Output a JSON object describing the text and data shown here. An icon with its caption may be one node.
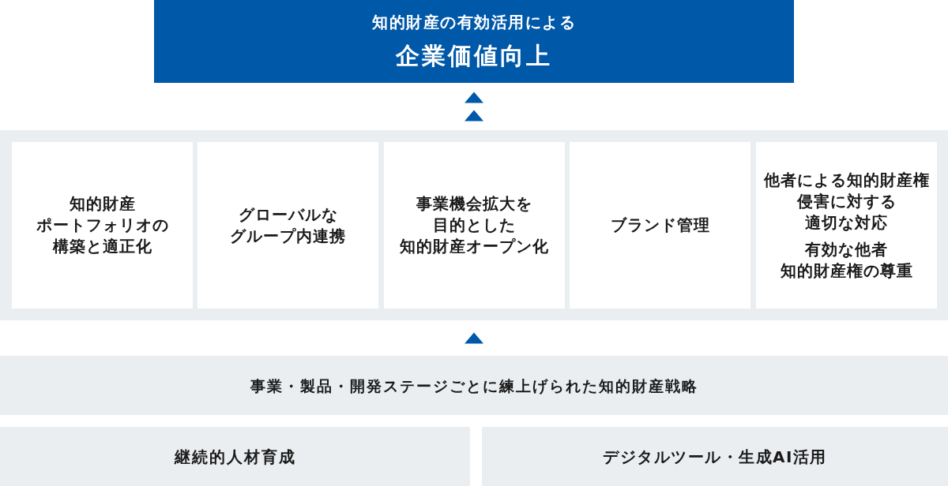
{
  "diagram": {
    "nodes": [
      {
        "text": [
          "知的財産の有効活用による",
          "企業価値向上"
        ]
      },
      {
        "text": [],
        "shape": "box"
      },
      {
        "text": [
          "知的財産ポートフォリオの構築と適正化"
        ],
        "in": 1
      },
      {
        "text": [
          "グローバルなグループ内連携"
        ],
        "in": 1
      },
      {
        "text": [
          "事業機会拡大を目的とした知的財産オープン化"
        ],
        "in": 1
      },
      {
        "text": [
          "ブランド管理"
        ],
        "in": 1
      },
      {
        "text": [
          "他者による知的財産権侵害に対する適切な対応",
          "有効な他者知的財産権の尊重"
        ],
        "in": 1
      },
      {
        "text": [
          "事業・製品・開発ステージごとに練上げられた知的財産戦略"
        ]
      },
      {
        "text": [
          "継続的人材育成"
        ]
      },
      {
        "text": [
          "デジタルツール・生成AI活用"
        ]
      }
    ],
    "edges": [
      {
        "from": 1,
        "to": 0,
        "arrow": "to"
      },
      {
        "from": 7,
        "to": 1,
        "arrow": "to"
      }
    ]
  }
}
